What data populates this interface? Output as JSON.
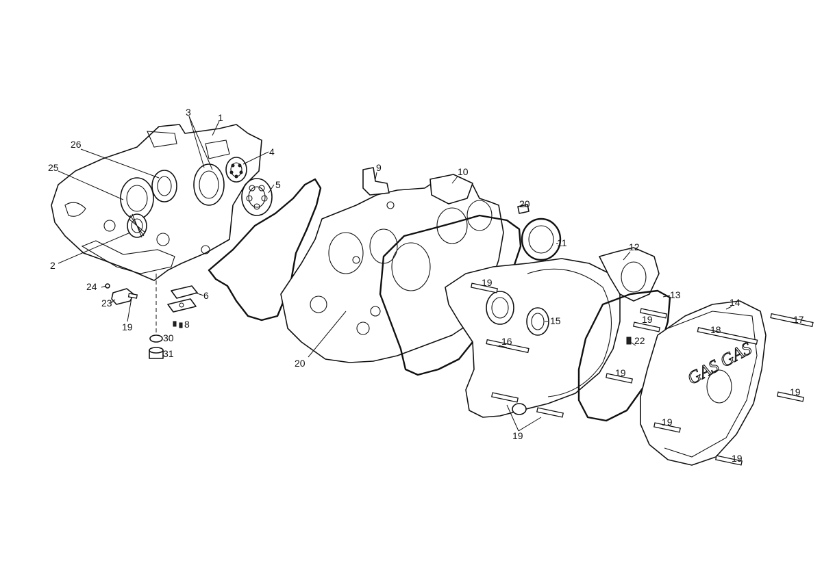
{
  "diagram": {
    "type": "exploded-parts-diagram",
    "cover_logo": "GAS GAS",
    "callouts": [
      {
        "id": "c1",
        "label": "1"
      },
      {
        "id": "c2",
        "label": "2"
      },
      {
        "id": "c3",
        "label": "3"
      },
      {
        "id": "c4",
        "label": "4"
      },
      {
        "id": "c5",
        "label": "5"
      },
      {
        "id": "c6",
        "label": "6"
      },
      {
        "id": "c8",
        "label": "8"
      },
      {
        "id": "c9",
        "label": "9"
      },
      {
        "id": "c10",
        "label": "10"
      },
      {
        "id": "c11",
        "label": "11"
      },
      {
        "id": "c12",
        "label": "12"
      },
      {
        "id": "c13",
        "label": "13"
      },
      {
        "id": "c14",
        "label": "14"
      },
      {
        "id": "c15",
        "label": "15"
      },
      {
        "id": "c16",
        "label": "16"
      },
      {
        "id": "c17",
        "label": "17"
      },
      {
        "id": "c18",
        "label": "18"
      },
      {
        "id": "c19a",
        "label": "19"
      },
      {
        "id": "c19b",
        "label": "19"
      },
      {
        "id": "c19c",
        "label": "19"
      },
      {
        "id": "c19d",
        "label": "19"
      },
      {
        "id": "c19e",
        "label": "19"
      },
      {
        "id": "c19f",
        "label": "19"
      },
      {
        "id": "c19g",
        "label": "19"
      },
      {
        "id": "c19h",
        "label": "19"
      },
      {
        "id": "c20a",
        "label": "20"
      },
      {
        "id": "c20b",
        "label": "20"
      },
      {
        "id": "c22",
        "label": "22"
      },
      {
        "id": "c23",
        "label": "23"
      },
      {
        "id": "c24",
        "label": "24"
      },
      {
        "id": "c25",
        "label": "25"
      },
      {
        "id": "c26",
        "label": "26"
      },
      {
        "id": "c30",
        "label": "30"
      },
      {
        "id": "c31",
        "label": "31"
      }
    ]
  }
}
